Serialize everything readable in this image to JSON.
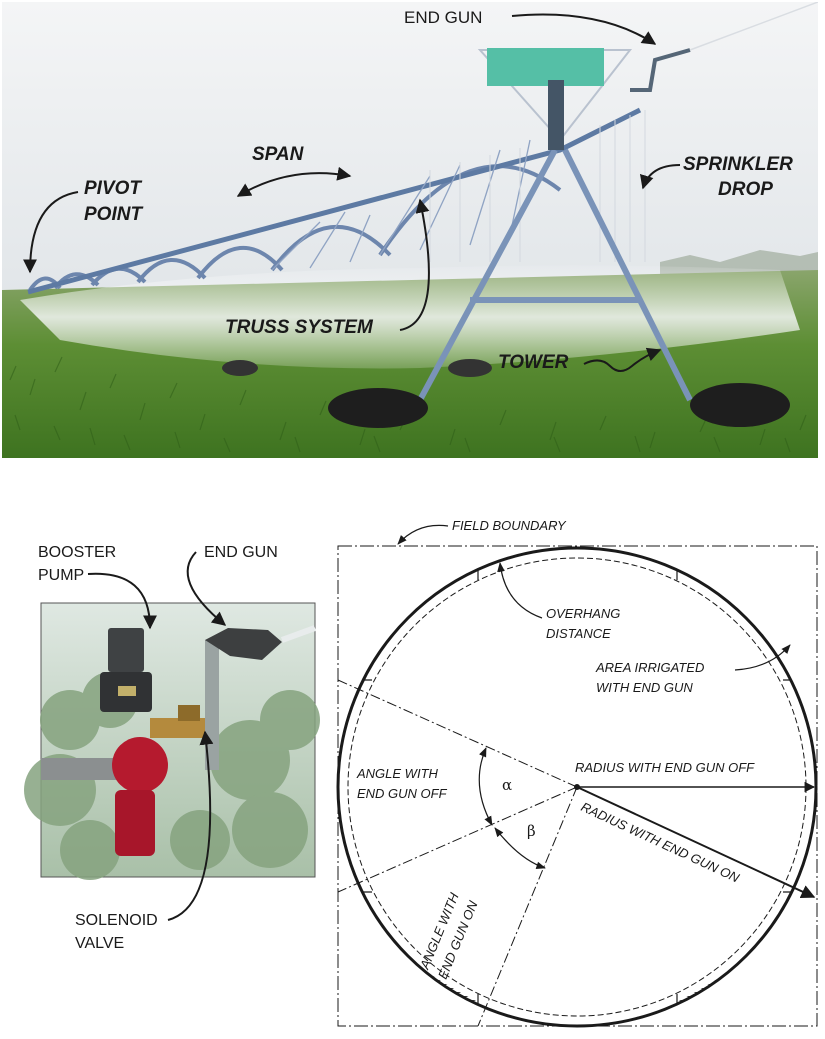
{
  "photo_labels": {
    "end_gun": "END GUN",
    "span": "SPAN",
    "pivot_point_1": "PIVOT",
    "pivot_point_2": "POINT",
    "sprinkler_drop_1": "SPRINKLER",
    "sprinkler_drop_2": "DROP",
    "truss_system": "TRUSS SYSTEM",
    "tower": "TOWER"
  },
  "inset_labels": {
    "booster_pump_1": "BOOSTER",
    "booster_pump_2": "PUMP",
    "end_gun": "END GUN",
    "solenoid_valve_1": "SOLENOID",
    "solenoid_valve_2": "VALVE"
  },
  "diagram_labels": {
    "field_boundary": "FIELD BOUNDARY",
    "overhang_1": "OVERHANG",
    "overhang_2": "DISTANCE",
    "area_irrigated_1": "AREA IRRIGATED",
    "area_irrigated_2": "WITH END GUN",
    "radius_off": "RADIUS WITH END GUN OFF",
    "radius_on": "RADIUS WITH END GUN ON",
    "angle_off_1": "ANGLE WITH",
    "angle_off_2": "END GUN OFF",
    "angle_on_1": "ANGLE WITH",
    "angle_on_2": "END GUN ON",
    "alpha": "α",
    "beta": "β"
  },
  "colors": {
    "field_green": "#4f8a2a",
    "sky": "#e9ecee",
    "pipe": "#7a93b8",
    "valve_red": "#b51a2e",
    "foliage": "#7e9c78"
  }
}
